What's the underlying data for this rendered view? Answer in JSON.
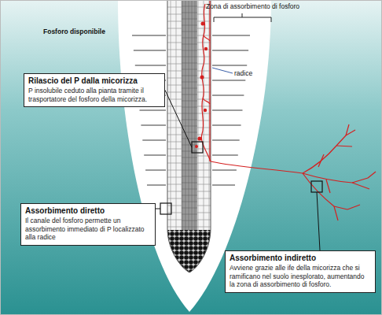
{
  "diagram": {
    "nodes": [
      {
        "text": [
          "Rilascio del P dalla micorizza",
          "P insolubile ceduto alla pianta tramite il trasportatore del fosforo della micorizza."
        ]
      },
      {
        "text": [
          "Assorbimento diretto",
          "Il canale del fosforo permette un assorbimento immediato di P localizzato alla radice"
        ]
      },
      {
        "text": [
          "Assorbimento indiretto",
          "Avviene grazie alle ife della micorizza che si ramificano nel suolo inesplorato, aumentando la zona di assorbimento di fosforo."
        ]
      }
    ],
    "labels": [
      "Zona di assorbimento di fosforo",
      "Fosforo disponibile",
      "radice"
    ]
  }
}
